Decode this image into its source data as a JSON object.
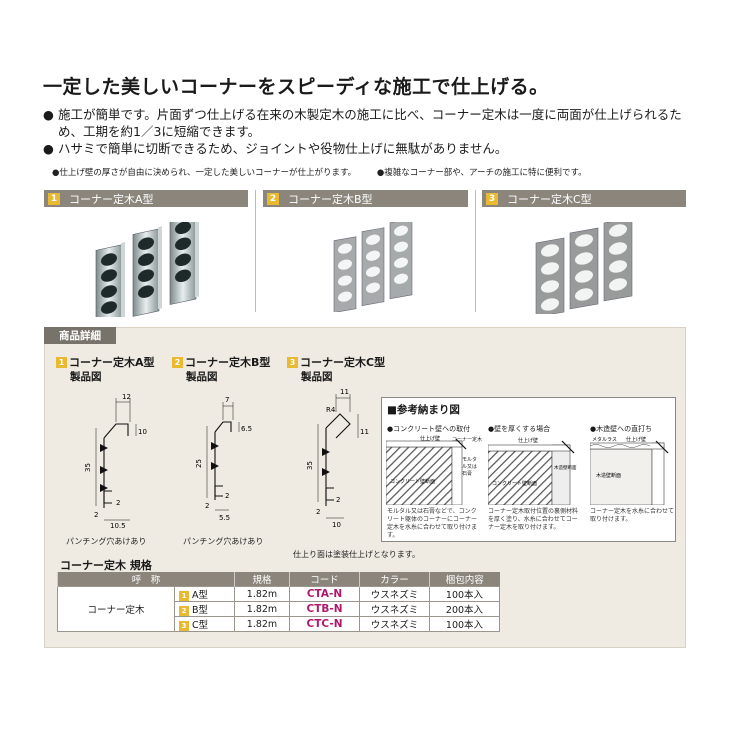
{
  "headline": "一定した美しいコーナーをスピーディな施工で仕上げる。",
  "bullets": [
    {
      "mark": "●",
      "text": "施工が簡単です。片面ずつ仕上げる在来の木製定木の施工に比べ、コーナー定木は一度に両面が仕上げられるため、工期を約1／3に短縮できます。"
    },
    {
      "mark": "●",
      "text": "ハサミで簡単に切断できるため、ジョイントや役物仕上げに無駄がありません。"
    }
  ],
  "notes": [
    "●仕上げ壁の厚さが自由に決められ、一定した美しいコーナーが仕上がります。",
    "●複雑なコーナー部や、アーチの施工に特に便利です。"
  ],
  "types": [
    {
      "num": "1",
      "label": "コーナー定木A型"
    },
    {
      "num": "2",
      "label": "コーナー定木B型"
    },
    {
      "num": "3",
      "label": "コーナー定木C型"
    }
  ],
  "details": {
    "tab": "商品詳細",
    "drawing_label": "製品図",
    "a": {
      "num": "1",
      "title": "コーナー定木A型",
      "caption": "パンチング穴あけあり",
      "dims": {
        "top": "12",
        "side": "10",
        "height": "35",
        "bottom": "2",
        "base": "10.5",
        "mid": "2",
        "tick": "2"
      }
    },
    "b": {
      "num": "2",
      "title": "コーナー定木B型",
      "caption": "パンチング穴あけあり",
      "dims": {
        "top": "7",
        "side": "6.5",
        "height": "25",
        "bottom": "2",
        "base": "5.5",
        "mid": "2",
        "tick": "2"
      }
    },
    "c": {
      "num": "3",
      "title": "コーナー定木C型",
      "caption": "仕上り面は塗装仕上げとなります。",
      "dims": {
        "top": "11",
        "radius": "R4",
        "side": "11",
        "height": "35",
        "bottom": "2",
        "base": "10",
        "mid": "2",
        "tick": "2"
      }
    }
  },
  "reference": {
    "title": "■参考納まり図",
    "items": [
      {
        "title": "●コンクリート壁への取付",
        "labels": [
          "仕上げ壁",
          "コーナー定木",
          "コンクリート壁断面",
          "モルタル又は石膏"
        ],
        "note": "モルタル又は石膏などで、コンクリート躯体のコーナーにコーナー定木を水糸に合わせて取り付けます。"
      },
      {
        "title": "●壁を厚くする場合",
        "labels": [
          "仕上げ壁",
          "コンクリート壁断面",
          "木造壁断面"
        ],
        "note": "コーナー定木取付位置の裏側材料を厚く塗り、水糸に合わせてコーナー定木を取り付けます。"
      },
      {
        "title": "●木造壁への直打ち",
        "labels": [
          "メタルラス",
          "仕上げ壁",
          "木造壁断面"
        ],
        "note": "コーナー定木を水糸に合わせて取り付けます。"
      }
    ]
  },
  "spec": {
    "title": "コーナー定木 規格",
    "headers": [
      "呼　称",
      "規格",
      "コード",
      "カラー",
      "梱包内容"
    ],
    "name": "コーナー定木",
    "rows": [
      {
        "num": "1",
        "type": "A型",
        "size": "1.82m",
        "code": "CTA-N",
        "color": "ウスネズミ",
        "pack": "100本入"
      },
      {
        "num": "2",
        "type": "B型",
        "size": "1.82m",
        "code": "CTB-N",
        "color": "ウスネズミ",
        "pack": "200本入"
      },
      {
        "num": "3",
        "type": "C型",
        "size": "1.82m",
        "code": "CTC-N",
        "color": "ウスネズミ",
        "pack": "100本入"
      }
    ]
  },
  "colors": {
    "accent": "#e8b931",
    "bar": "#8b857c",
    "code": "#b0196a",
    "panel": "#efebe2"
  }
}
